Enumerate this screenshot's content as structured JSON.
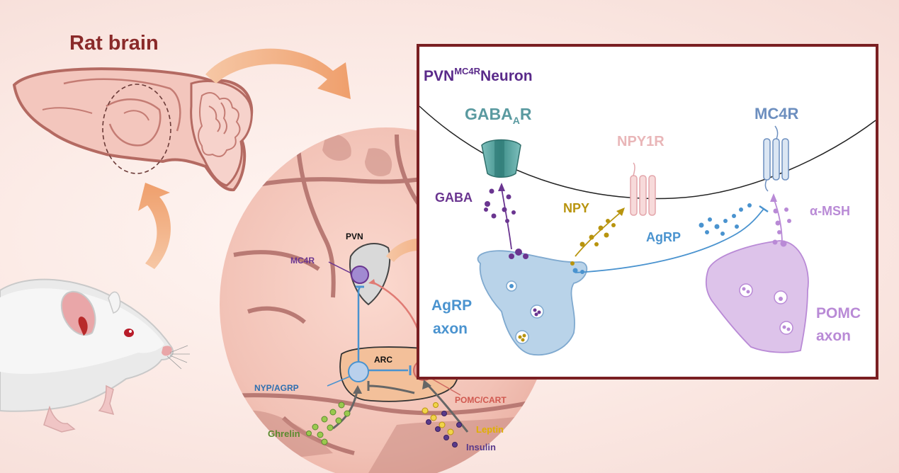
{
  "title": "Rat brain",
  "neuron_panel": {
    "title_main": "PVN",
    "title_sup": "MC4R",
    "title_tail": "Neuron",
    "gaba_receptor_main": "GABA",
    "gaba_receptor_sub": "A",
    "gaba_receptor_tail": "R",
    "npy1r": "NPY1R",
    "mc4r": "MC4R",
    "gaba": "GABA",
    "npy": "NPY",
    "agrp": "AgRP",
    "msh": "α-MSH",
    "agrp_axon_1": "AgRP",
    "agrp_axon_2": "axon",
    "pomc_axon_1": "POMC",
    "pomc_axon_2": "axon"
  },
  "circuit": {
    "pvn": "PVN",
    "arc": "ARC",
    "mc4r": "MC4R",
    "nyp_agrp": "NYP/AGRP",
    "pomc_cart": "POMC/CART",
    "ghrelin": "Ghrelin",
    "leptin": "Leptin",
    "insulin": "Insulin"
  },
  "colors": {
    "brand_maroon": "#8a2a2a",
    "purple": "#6a3590",
    "teal": "#5a9aa0",
    "pink": "#e9b6b8",
    "steel_blue": "#6d8fbf",
    "gold": "#b8940e",
    "sky_blue": "#4a93cf",
    "lilac": "#b98ad6",
    "salmon": "#e07b74",
    "green": "#5a8a2e",
    "yellow": "#e8c52a"
  }
}
